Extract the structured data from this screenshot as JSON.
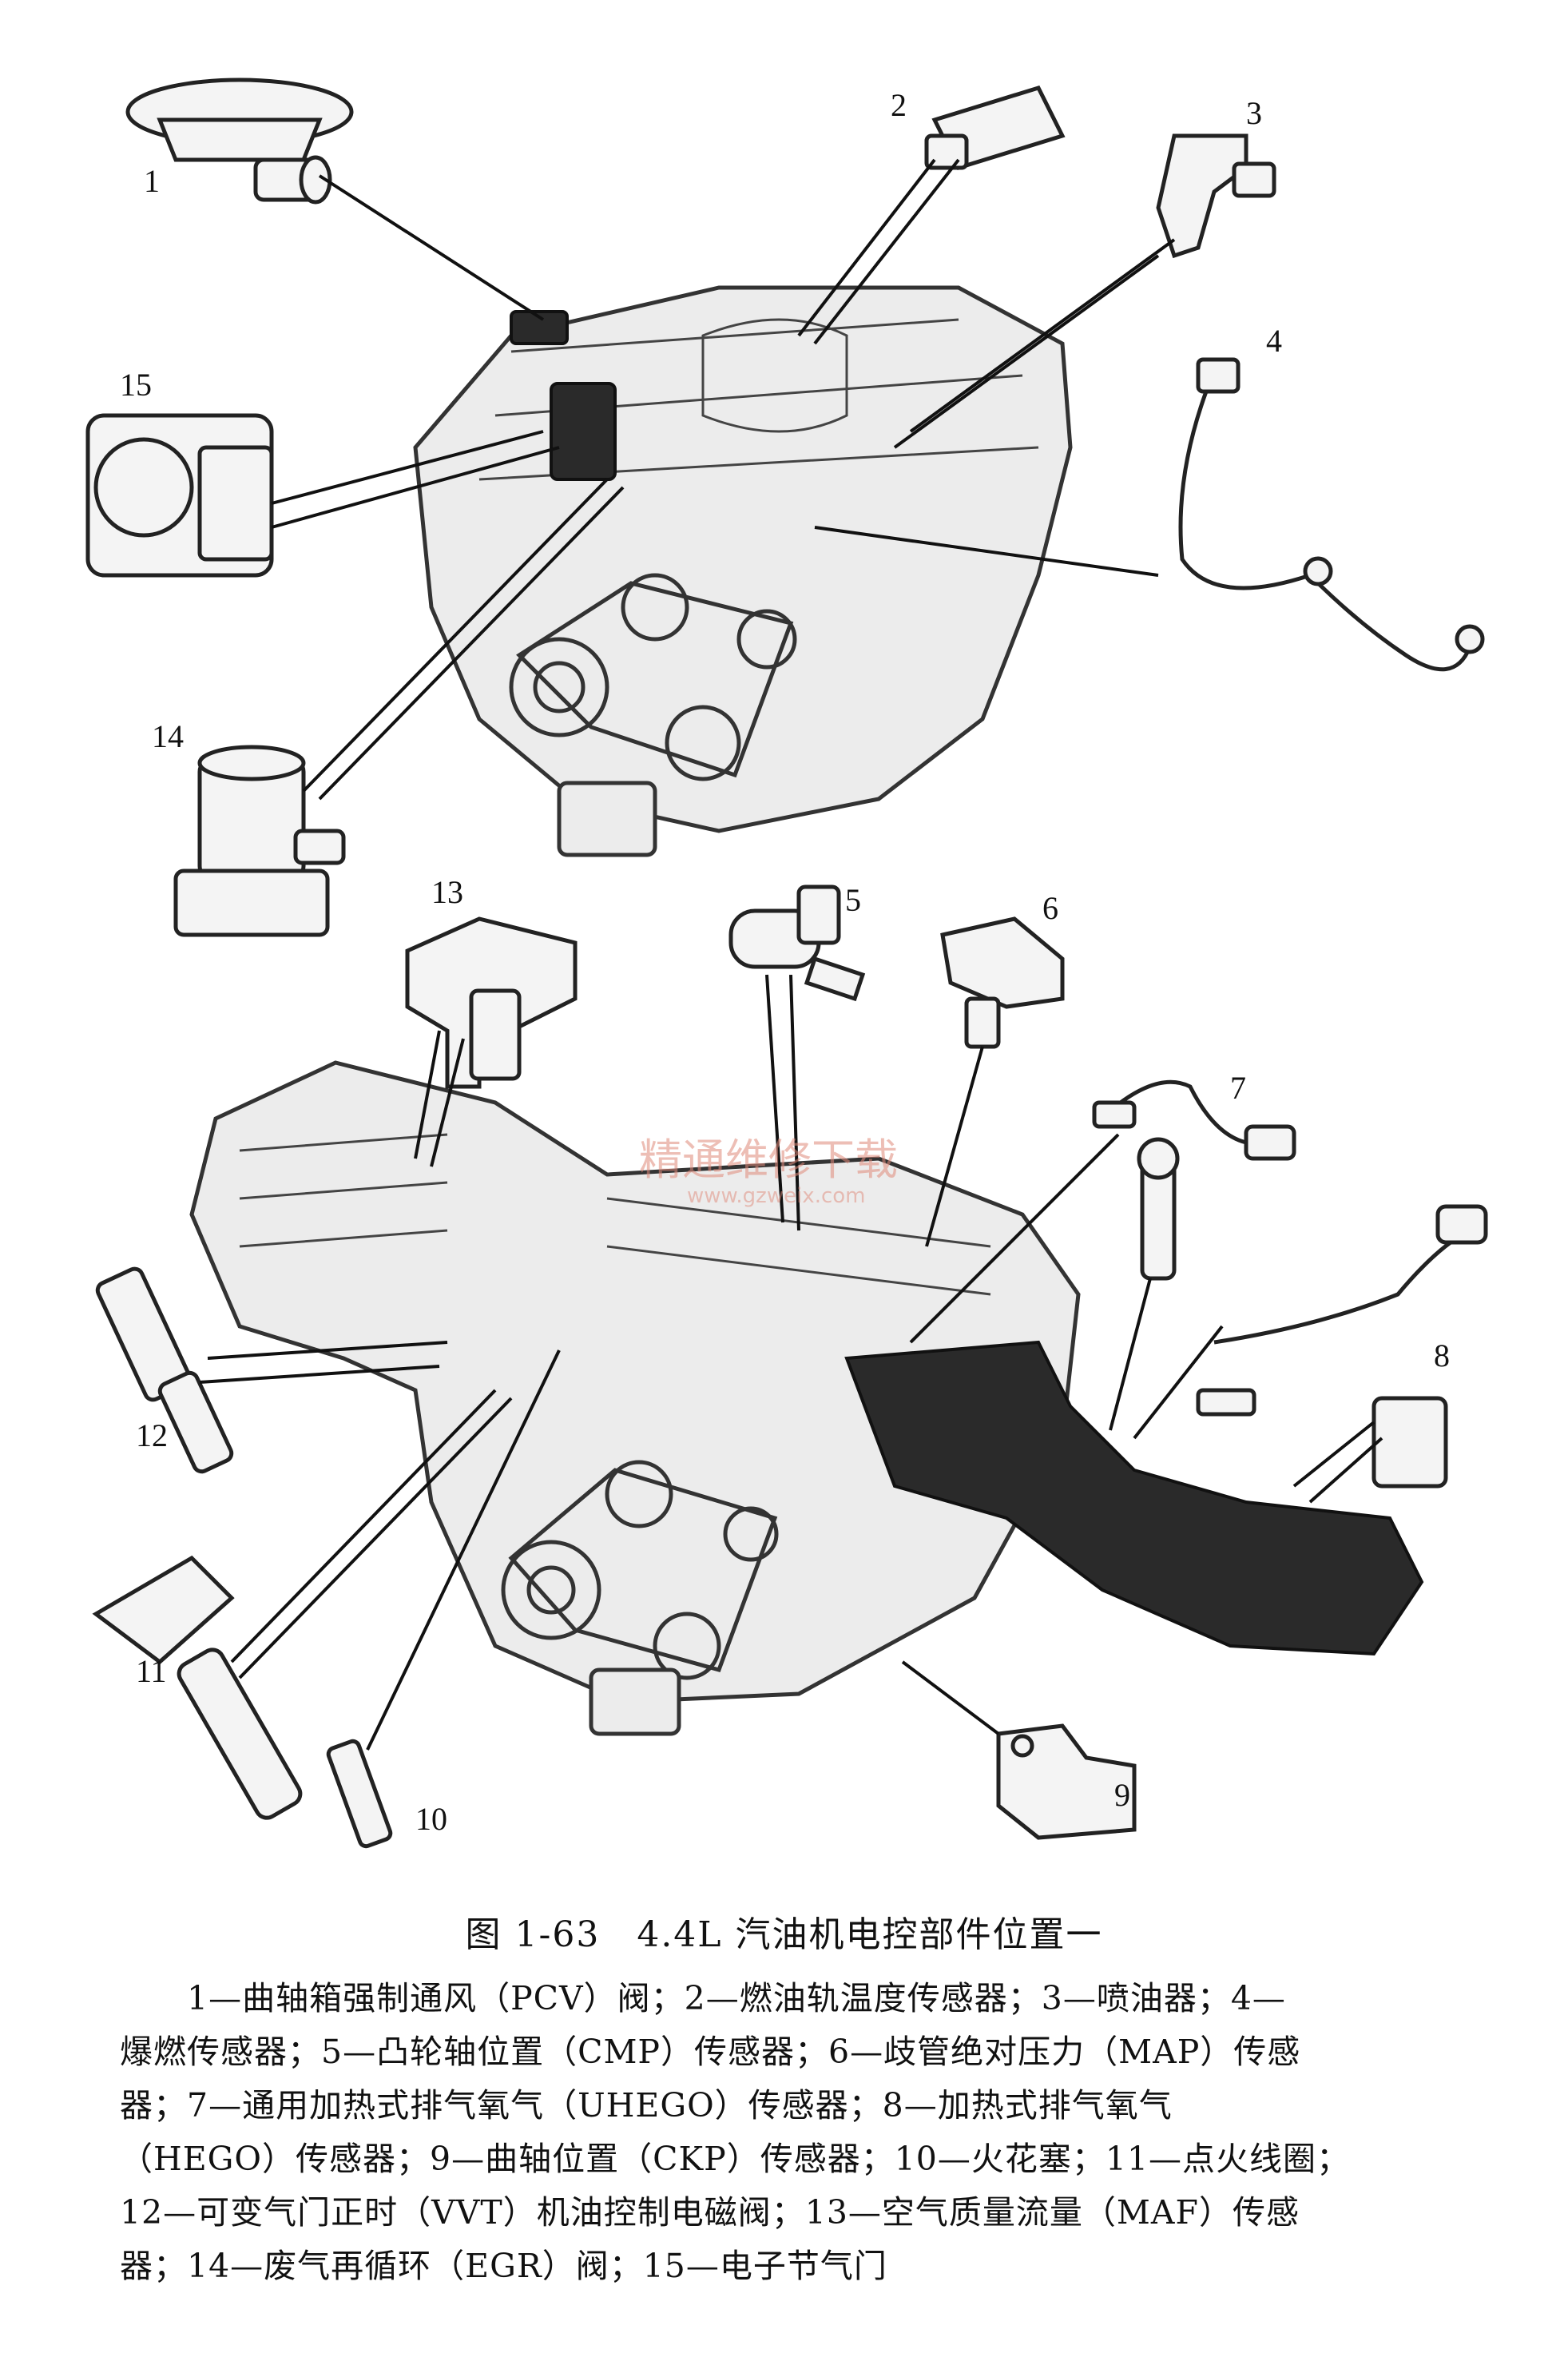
{
  "watermark": {
    "main": "精通维修下载",
    "sub": "www.gzweix.com"
  },
  "callouts": {
    "c1": "1",
    "c2": "2",
    "c3": "3",
    "c4": "4",
    "c5": "5",
    "c6": "6",
    "c7": "7",
    "c8": "8",
    "c9": "9",
    "c10": "10",
    "c11": "11",
    "c12": "12",
    "c13": "13",
    "c14": "14",
    "c15": "15"
  },
  "caption": "图 1-63　4.4L 汽油机电控部件位置一",
  "legend": [
    "1—曲轴箱强制通风（PCV）阀；2—燃油轨温度传感器；3—喷油器；4—",
    "爆燃传感器；5—凸轮轴位置（CMP）传感器；6—歧管绝对压力（MAP）传感",
    "器；7—通用加热式排气氧气（UHEGO）传感器；8—加热式排气氧气",
    "（HEGO）传感器；9—曲轴位置（CKP）传感器；10—火花塞；11—点火线圈；",
    "12—可变气门正时（VVT）机油控制电磁阀；13—空气质量流量（MAF）传感",
    "器；14—废气再循环（EGR）阀；15—电子节气门"
  ]
}
